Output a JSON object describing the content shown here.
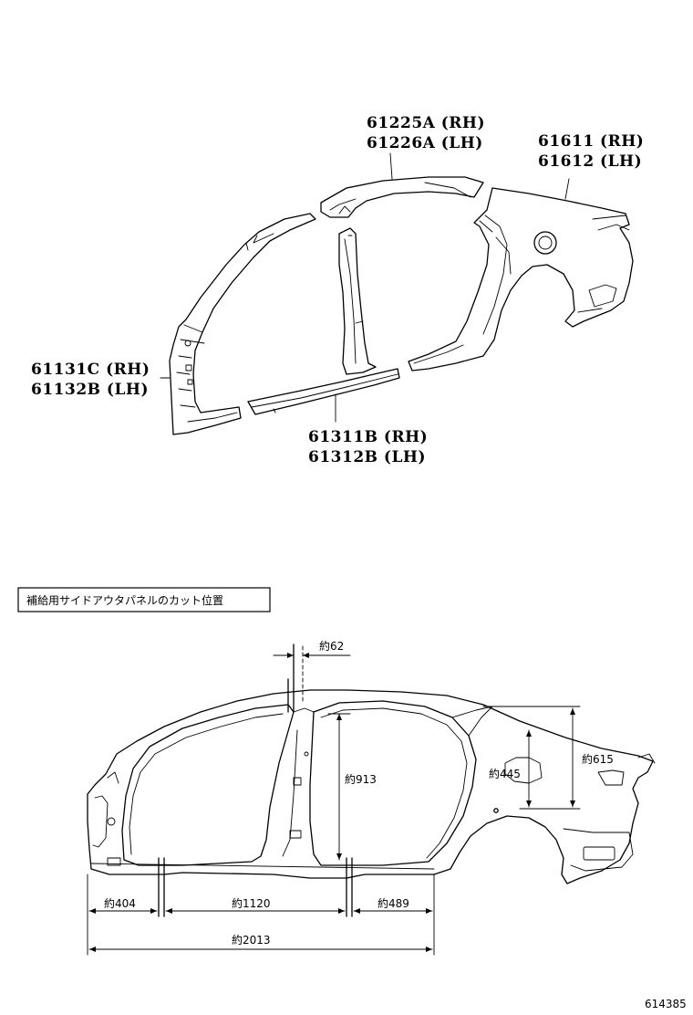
{
  "top_diagram": {
    "labels": {
      "roof_side_rh": "61225A (RH)",
      "roof_side_lh": "61226A (LH)",
      "quarter_rh": "61611 (RH)",
      "quarter_lh": "61612 (LH)",
      "front_pillar_rh": "61131C (RH)",
      "front_pillar_lh": "61132B (LH)",
      "rocker_rh": "61311B (RH)",
      "rocker_lh": "61312B (LH)"
    }
  },
  "bottom_diagram": {
    "title": "補給用サイドアウタパネルのカット位置",
    "dimensions": {
      "d62": "約62",
      "d913": "約913",
      "d445": "約445",
      "d615": "約615",
      "d404": "約404",
      "d1120": "約1120",
      "d489": "約489",
      "d2013": "約2013"
    }
  },
  "footer": {
    "figure_code": "614385"
  }
}
